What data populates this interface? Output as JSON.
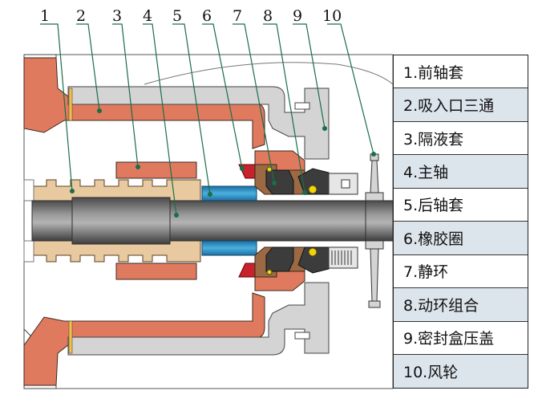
{
  "callout_numbers": [
    "1",
    "2",
    "3",
    "4",
    "5",
    "6",
    "7",
    "8",
    "9",
    "10"
  ],
  "legend": [
    "1.前轴套",
    "2.吸入口三通",
    "3.隔液套",
    "4.主轴",
    "5.后轴套",
    "6.橡胶圈",
    "7.静环",
    "8.动环组合",
    "9.密封盒压盖",
    "10.风轮"
  ],
  "colors": {
    "housing": "#e07a5f",
    "sleeve": "#e8c9a0",
    "shaft": "#6f6f6f",
    "rear_sleeve": "#2d8fc4",
    "rubber_ring": "#c8232c",
    "static_ring": "#3c3c3c",
    "rotating_ring": "#9b6a45",
    "gland": "#d4d4d4",
    "leader": "#1a6e48",
    "spring_dot": "#f3d400"
  }
}
